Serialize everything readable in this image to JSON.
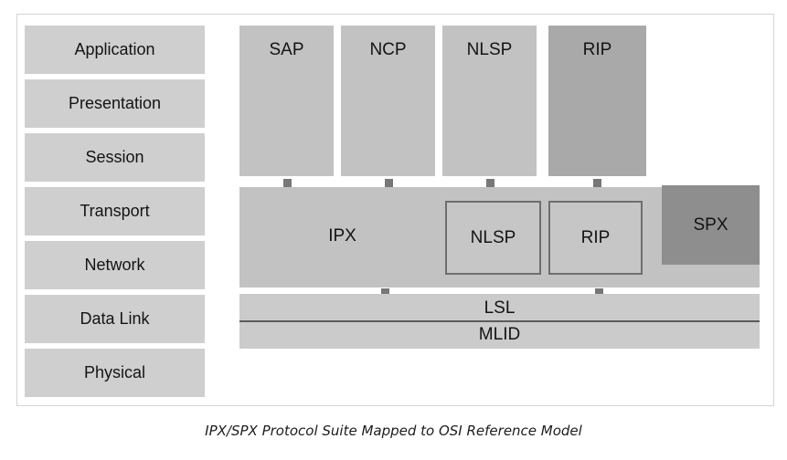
{
  "diagram": {
    "caption": "IPX/SPX Protocol Suite Mapped to OSI Reference Model",
    "colors": {
      "frame_border": "#d4d4d4",
      "osi_box_fill": "#cfcfcf",
      "protocol_light": "#c2c2c2",
      "protocol_medium": "#a9a9a9",
      "protocol_dark": "#8e8e8e",
      "band_fill": "#cbcbcb",
      "inner_box_border": "#6e6e6e",
      "connector": "#777777",
      "rule": "#5b5b5b",
      "text": "#141414"
    },
    "osi_layers": [
      {
        "label": "Application"
      },
      {
        "label": "Presentation"
      },
      {
        "label": "Session"
      },
      {
        "label": "Transport"
      },
      {
        "label": "Network"
      },
      {
        "label": "Data Link"
      },
      {
        "label": "Physical"
      }
    ],
    "upper_protocols": [
      {
        "label": "SAP",
        "shade": "light"
      },
      {
        "label": "NCP",
        "shade": "light"
      },
      {
        "label": "NLSP",
        "shade": "light"
      },
      {
        "label": "RIP",
        "shade": "dark"
      }
    ],
    "network_band": {
      "label": "IPX",
      "nested": [
        {
          "label": "NLSP"
        },
        {
          "label": "RIP"
        }
      ],
      "side_protocol": {
        "label": "SPX",
        "shade": "darker"
      }
    },
    "driver_bands": [
      {
        "label": "LSL"
      },
      {
        "label": "MLID"
      }
    ]
  }
}
